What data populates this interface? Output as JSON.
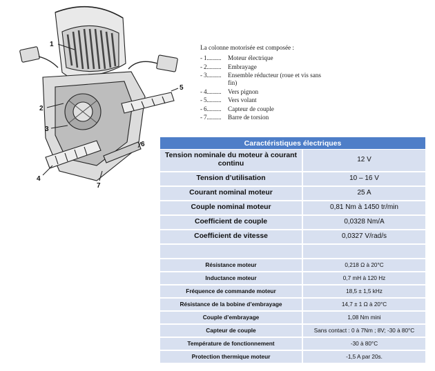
{
  "drawing": {
    "callouts": [
      "1",
      "2",
      "3",
      "4",
      "5",
      "6",
      "7"
    ]
  },
  "legend": {
    "heading": "La colonne motorisée est composée :",
    "items": [
      {
        "num": "- 1..........",
        "text": "Moteur électrique"
      },
      {
        "num": "- 2..........",
        "text": "Embrayage"
      },
      {
        "num": "- 3..........",
        "text": "Ensemble réducteur (roue et vis sans fin)"
      },
      {
        "num": "- 4..........",
        "text": "Vers pignon"
      },
      {
        "num": "- 5..........",
        "text": "Vers volant"
      },
      {
        "num": "- 6..........",
        "text": "Capteur de couple"
      },
      {
        "num": "- 7..........",
        "text": "Barre de torsion"
      }
    ]
  },
  "table": {
    "header": "Caractéristiques électriques",
    "rows_main": [
      {
        "label": "Tension nominale du moteur à courant continu",
        "value": "12 V"
      },
      {
        "label": "Tension d’utilisation",
        "value": "10 – 16 V"
      },
      {
        "label": "Courant nominal moteur",
        "value": "25 A"
      },
      {
        "label": "Couple nominal moteur",
        "value": "0,81 Nm à 1450 tr/min"
      },
      {
        "label": "Coefficient de couple",
        "value": "0,0328 Nm/A"
      },
      {
        "label": "Coefficient de vitesse",
        "value": "0,0327 V/rad/s"
      },
      {
        "label": "",
        "value": ""
      }
    ],
    "rows_detail": [
      {
        "label": "Résistance moteur",
        "value": "0,218 Ω à 20°C"
      },
      {
        "label": "Inductance moteur",
        "value": "0,7 mH à 120 Hz"
      },
      {
        "label": "Fréquence de commande moteur",
        "value": "18,5 ± 1,5 kHz"
      },
      {
        "label": "Résistance de la bobine d’embrayage",
        "value": "14,7 ± 1 Ω à 20°C"
      },
      {
        "label": "Couple d’embrayage",
        "value": "1,08 Nm mini"
      },
      {
        "label": "Capteur de couple",
        "value": "Sans contact : 0 à 7Nm ; 8V; -30 à 80°C"
      },
      {
        "label": "Température de fonctionnement",
        "value": "-30 à 80°C"
      },
      {
        "label": "Protection thermique moteur",
        "value": "-1,5 A par 20s."
      }
    ]
  }
}
